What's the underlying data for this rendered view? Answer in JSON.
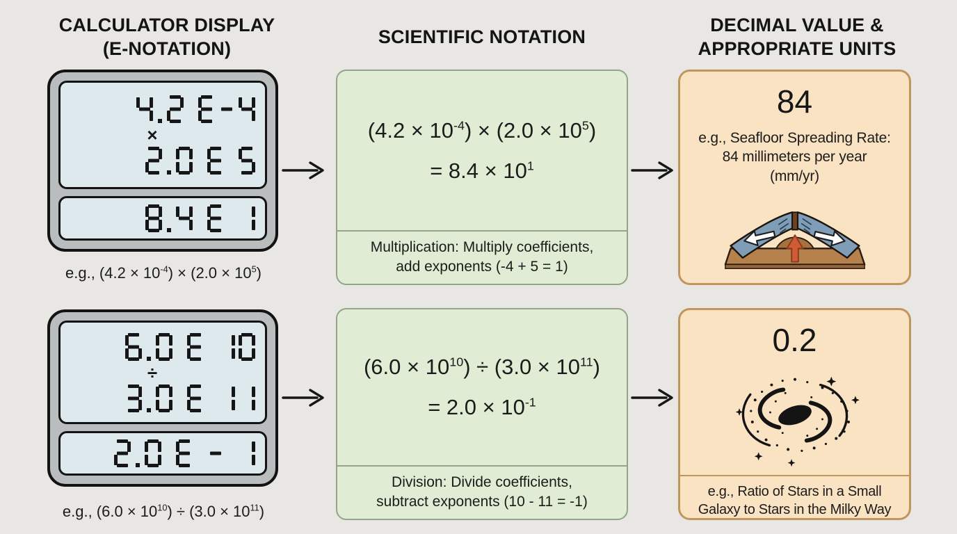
{
  "colors": {
    "background": "#e8e7e4",
    "calculator_body": "#b9bdbd",
    "lcd_screen": "#dde9ec",
    "green_box_fill": "#e0ecd4",
    "green_box_border": "#93a48a",
    "orange_box_fill": "#f9e3c2",
    "orange_box_border": "#c2945e",
    "outline": "#131313",
    "magma_arrow": "#cf5c35",
    "plate_blue": "#7f9db6"
  },
  "headers": {
    "col1": "CALCULATOR DISPLAY\n(E-NOTATION)",
    "col2": "SCIENTIFIC NOTATION",
    "col3": "DECIMAL VALUE &\nAPPROPRIATE UNITS"
  },
  "rows": [
    {
      "calculator": {
        "lcd_line1": "4.2 E-4",
        "lcd_operator": "×",
        "lcd_line2": "2.0 E 5",
        "lcd_result": "8.4 E 1",
        "caption_math": [
          {
            "t": "e.g., (4.2 × 10"
          },
          {
            "t": "-4",
            "sup": true
          },
          {
            "t": ") × (2.0 × 10"
          },
          {
            "t": "5",
            "sup": true
          },
          {
            "t": ")"
          }
        ]
      },
      "scientific": {
        "expression_math": [
          {
            "t": "(4.2 × 10"
          },
          {
            "t": "-4",
            "sup": true
          },
          {
            "t": ") × (2.0 × 10"
          },
          {
            "t": "5",
            "sup": true
          },
          {
            "t": ")"
          }
        ],
        "result_math": [
          {
            "t": "= 8.4 × 10"
          },
          {
            "t": "1",
            "sup": true
          }
        ],
        "rule": "Multiplication: Multiply coefficients,\nadd exponents (-4 + 5 = 1)"
      },
      "decimal": {
        "value": "84",
        "description": "e.g., Seafloor Spreading Rate:\n84 millimeters per year\n(mm/yr)",
        "illustration": "seafloor-spreading"
      }
    },
    {
      "calculator": {
        "lcd_line1": "6.0 E 10",
        "lcd_operator": "÷",
        "lcd_line2": "3.0 E 11",
        "lcd_result": "2.0 E - 1",
        "caption_math": [
          {
            "t": "e.g., (6.0 × 10"
          },
          {
            "t": "10",
            "sup": true
          },
          {
            "t": ") ÷ (3.0 × 10"
          },
          {
            "t": "11",
            "sup": true
          },
          {
            "t": ")"
          }
        ]
      },
      "scientific": {
        "expression_math": [
          {
            "t": "(6.0 × 10"
          },
          {
            "t": "10",
            "sup": true
          },
          {
            "t": ") ÷ (3.0 × 10"
          },
          {
            "t": "11",
            "sup": true
          },
          {
            "t": ")"
          }
        ],
        "result_math": [
          {
            "t": "= 2.0 × 10"
          },
          {
            "t": "-1",
            "sup": true
          }
        ],
        "rule": "Division: Divide coefficients,\nsubtract exponents (10 - 11 = -1)"
      },
      "decimal": {
        "value": "0.2",
        "description": "e.g., Ratio of Stars in a Small\nGalaxy to Stars in the Milky Way",
        "illustration": "spiral-galaxy"
      }
    }
  ]
}
